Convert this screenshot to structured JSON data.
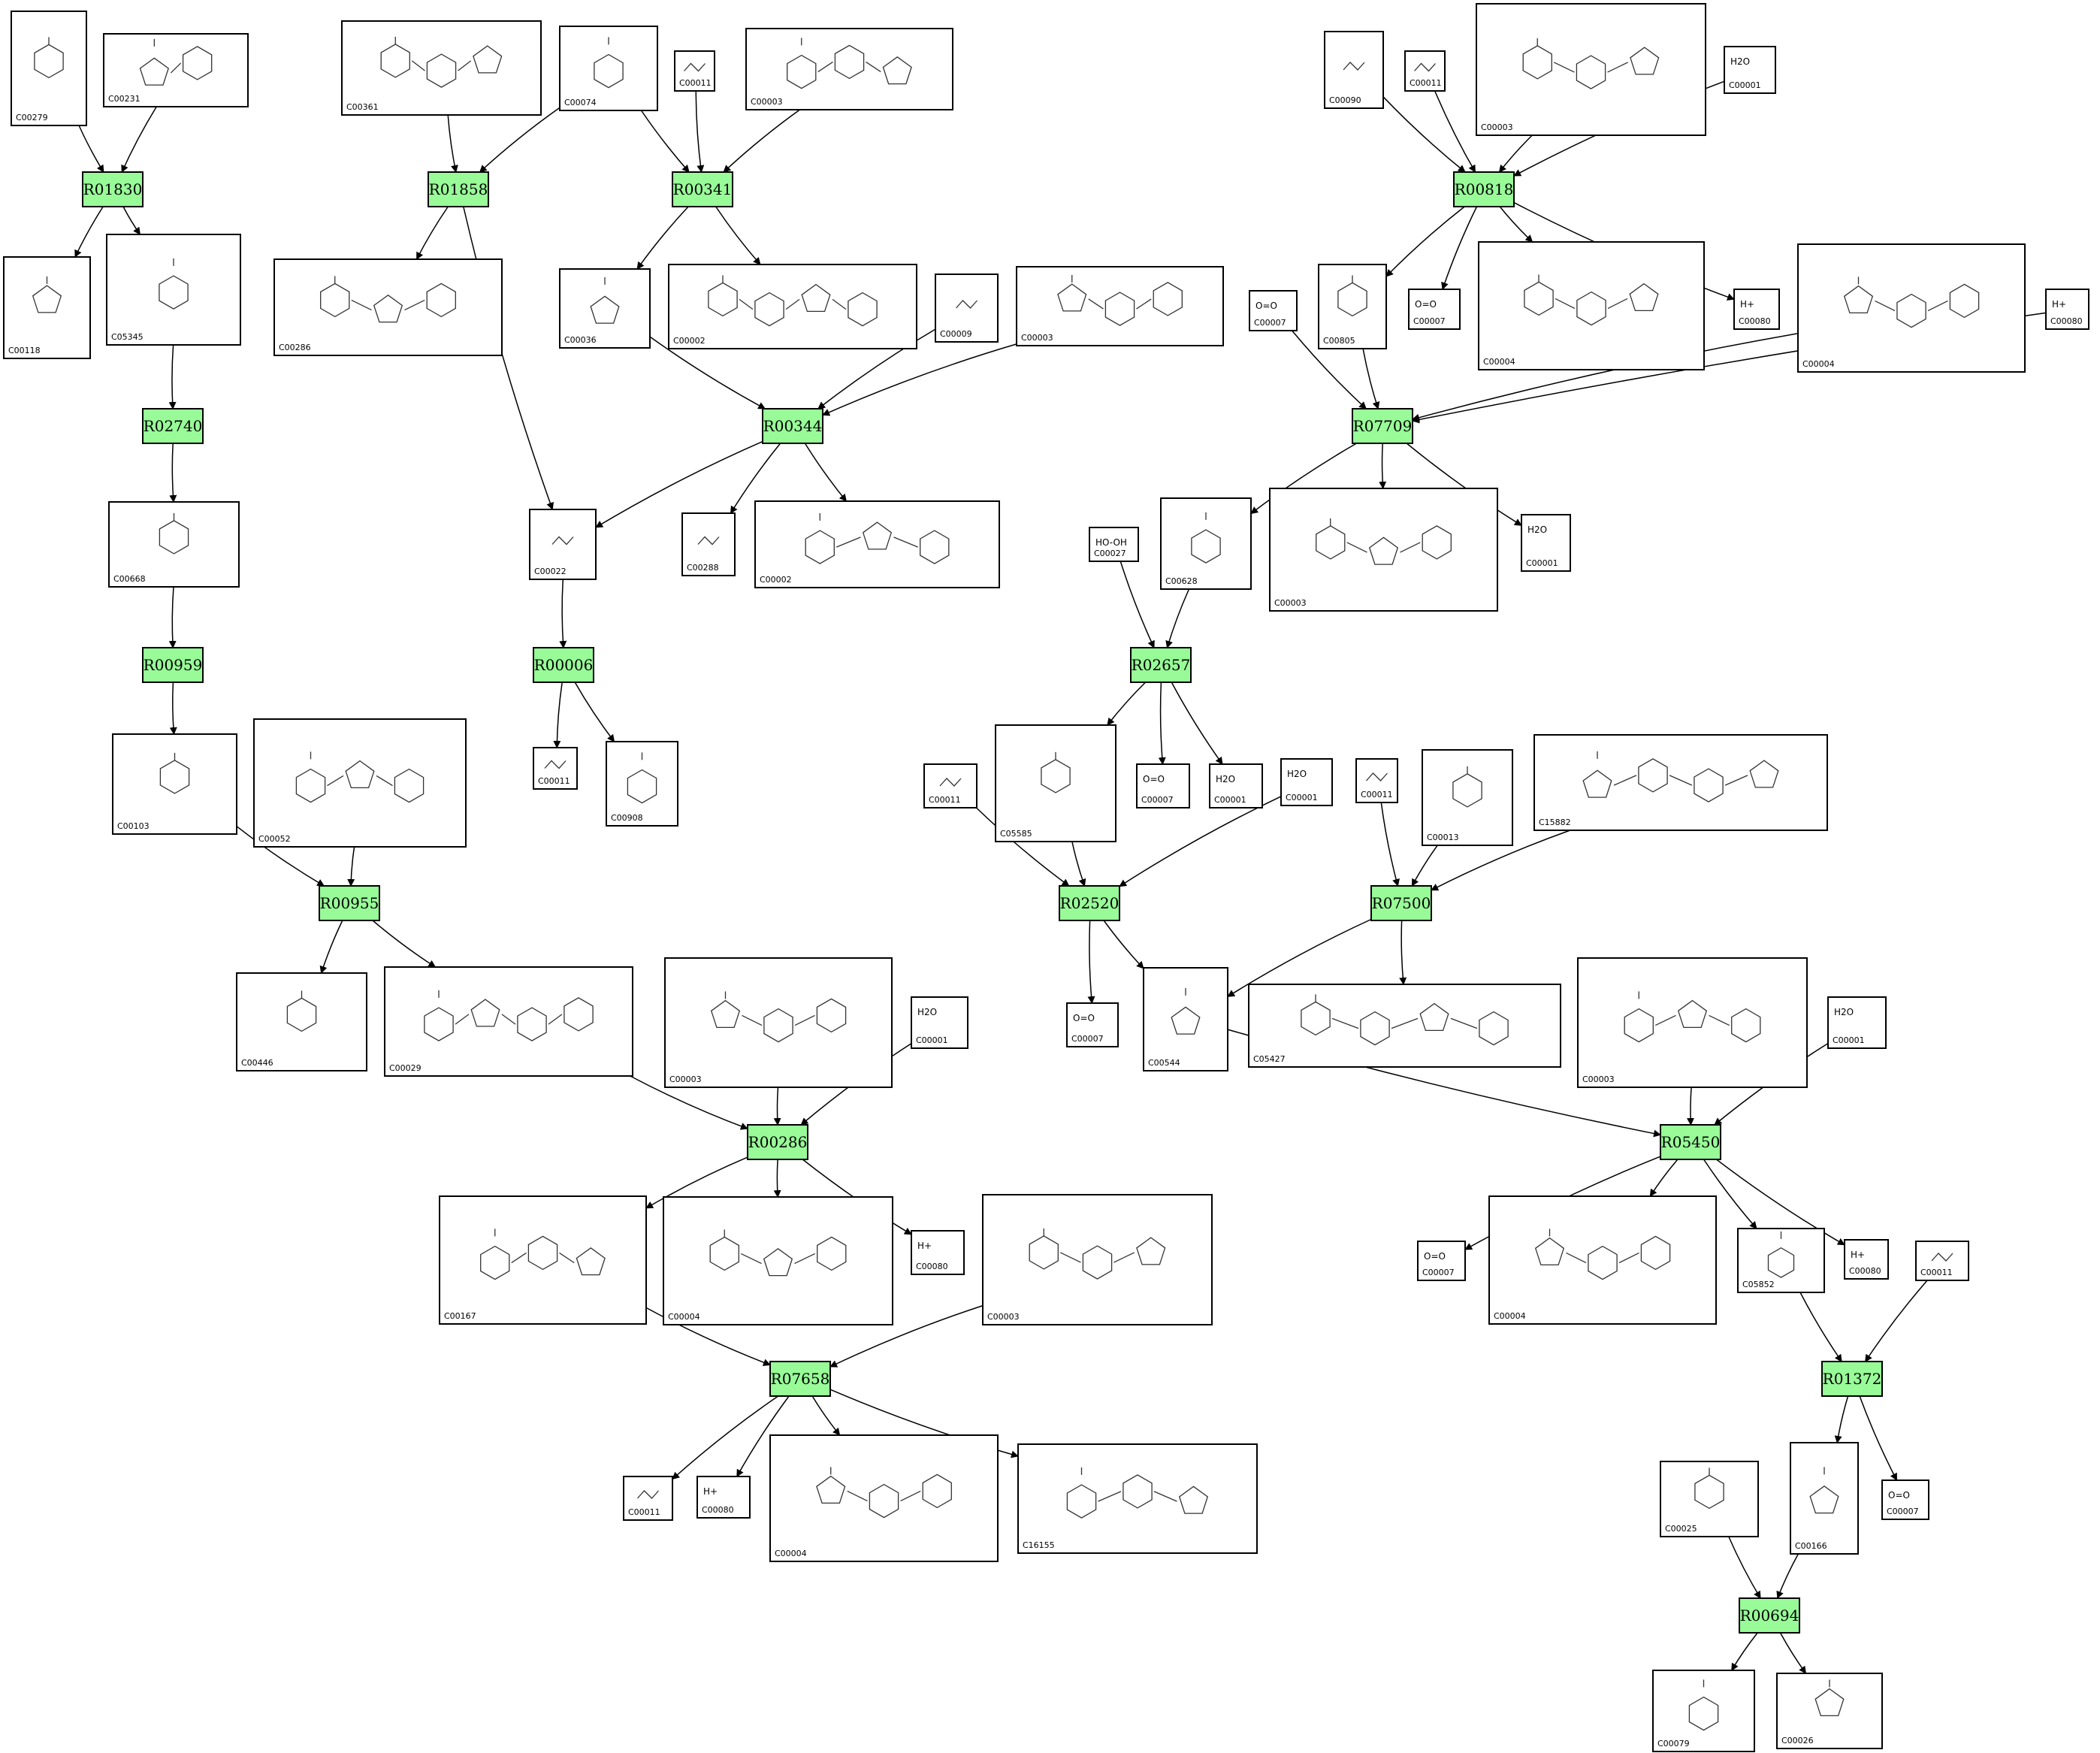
{
  "colors": {
    "reaction_fill": "#98fb98",
    "stroke": "#000000",
    "background": "#ffffff"
  },
  "reactions": [
    {
      "id": "R01830"
    },
    {
      "id": "R01858"
    },
    {
      "id": "R00341"
    },
    {
      "id": "R00818"
    },
    {
      "id": "R02740"
    },
    {
      "id": "R00344"
    },
    {
      "id": "R07709"
    },
    {
      "id": "R00959"
    },
    {
      "id": "R00006"
    },
    {
      "id": "R02657"
    },
    {
      "id": "R00955"
    },
    {
      "id": "R02520"
    },
    {
      "id": "R07500"
    },
    {
      "id": "R00286"
    },
    {
      "id": "R05450"
    },
    {
      "id": "R07658"
    },
    {
      "id": "R01372"
    },
    {
      "id": "R00694"
    }
  ],
  "compounds": [
    {
      "id": "C00279"
    },
    {
      "id": "C00231"
    },
    {
      "id": "C00361"
    },
    {
      "id": "C00074"
    },
    {
      "id": "C00011"
    },
    {
      "id": "C00003"
    },
    {
      "id": "C00090"
    },
    {
      "id": "C00011"
    },
    {
      "id": "C00003"
    },
    {
      "id": "C00001",
      "formula": "H2O"
    },
    {
      "id": "C00118"
    },
    {
      "id": "C05345"
    },
    {
      "id": "C00286"
    },
    {
      "id": "C00036"
    },
    {
      "id": "C00002"
    },
    {
      "id": "C00009"
    },
    {
      "id": "C00003"
    },
    {
      "id": "C00007",
      "formula": "O=O"
    },
    {
      "id": "C00805"
    },
    {
      "id": "C00007",
      "formula": "O=O"
    },
    {
      "id": "C00004"
    },
    {
      "id": "C00080",
      "formula": "H+"
    },
    {
      "id": "C00004"
    },
    {
      "id": "C00080",
      "formula": "H+"
    },
    {
      "id": "C00668"
    },
    {
      "id": "C00022"
    },
    {
      "id": "C00288"
    },
    {
      "id": "C00002"
    },
    {
      "id": "C00027",
      "formula": "HO-OH"
    },
    {
      "id": "C00628"
    },
    {
      "id": "C00003"
    },
    {
      "id": "C00001",
      "formula": "H2O"
    },
    {
      "id": "C00103"
    },
    {
      "id": "C00052"
    },
    {
      "id": "C00011"
    },
    {
      "id": "C00908"
    },
    {
      "id": "C05585"
    },
    {
      "id": "C00011"
    },
    {
      "id": "C00007",
      "formula": "O=O"
    },
    {
      "id": "C00001",
      "formula": "H2O"
    },
    {
      "id": "C00001",
      "formula": "H2O"
    },
    {
      "id": "C00011"
    },
    {
      "id": "C00013"
    },
    {
      "id": "C15882"
    },
    {
      "id": "C00446"
    },
    {
      "id": "C00029"
    },
    {
      "id": "C00003"
    },
    {
      "id": "C00001",
      "formula": "H2O"
    },
    {
      "id": "C00007",
      "formula": "O=O"
    },
    {
      "id": "C00544"
    },
    {
      "id": "C05427"
    },
    {
      "id": "C00003"
    },
    {
      "id": "C00001",
      "formula": "H2O"
    },
    {
      "id": "C00167"
    },
    {
      "id": "C00004"
    },
    {
      "id": "C00080",
      "formula": "H+"
    },
    {
      "id": "C00003"
    },
    {
      "id": "C00007",
      "formula": "O=O"
    },
    {
      "id": "C00004"
    },
    {
      "id": "C05852"
    },
    {
      "id": "C00080",
      "formula": "H+"
    },
    {
      "id": "C00011"
    },
    {
      "id": "C00011"
    },
    {
      "id": "C00080",
      "formula": "H+"
    },
    {
      "id": "C00004"
    },
    {
      "id": "C16155"
    },
    {
      "id": "C00025"
    },
    {
      "id": "C00166"
    },
    {
      "id": "C00007",
      "formula": "O=O"
    },
    {
      "id": "C00079"
    },
    {
      "id": "C00026"
    }
  ]
}
